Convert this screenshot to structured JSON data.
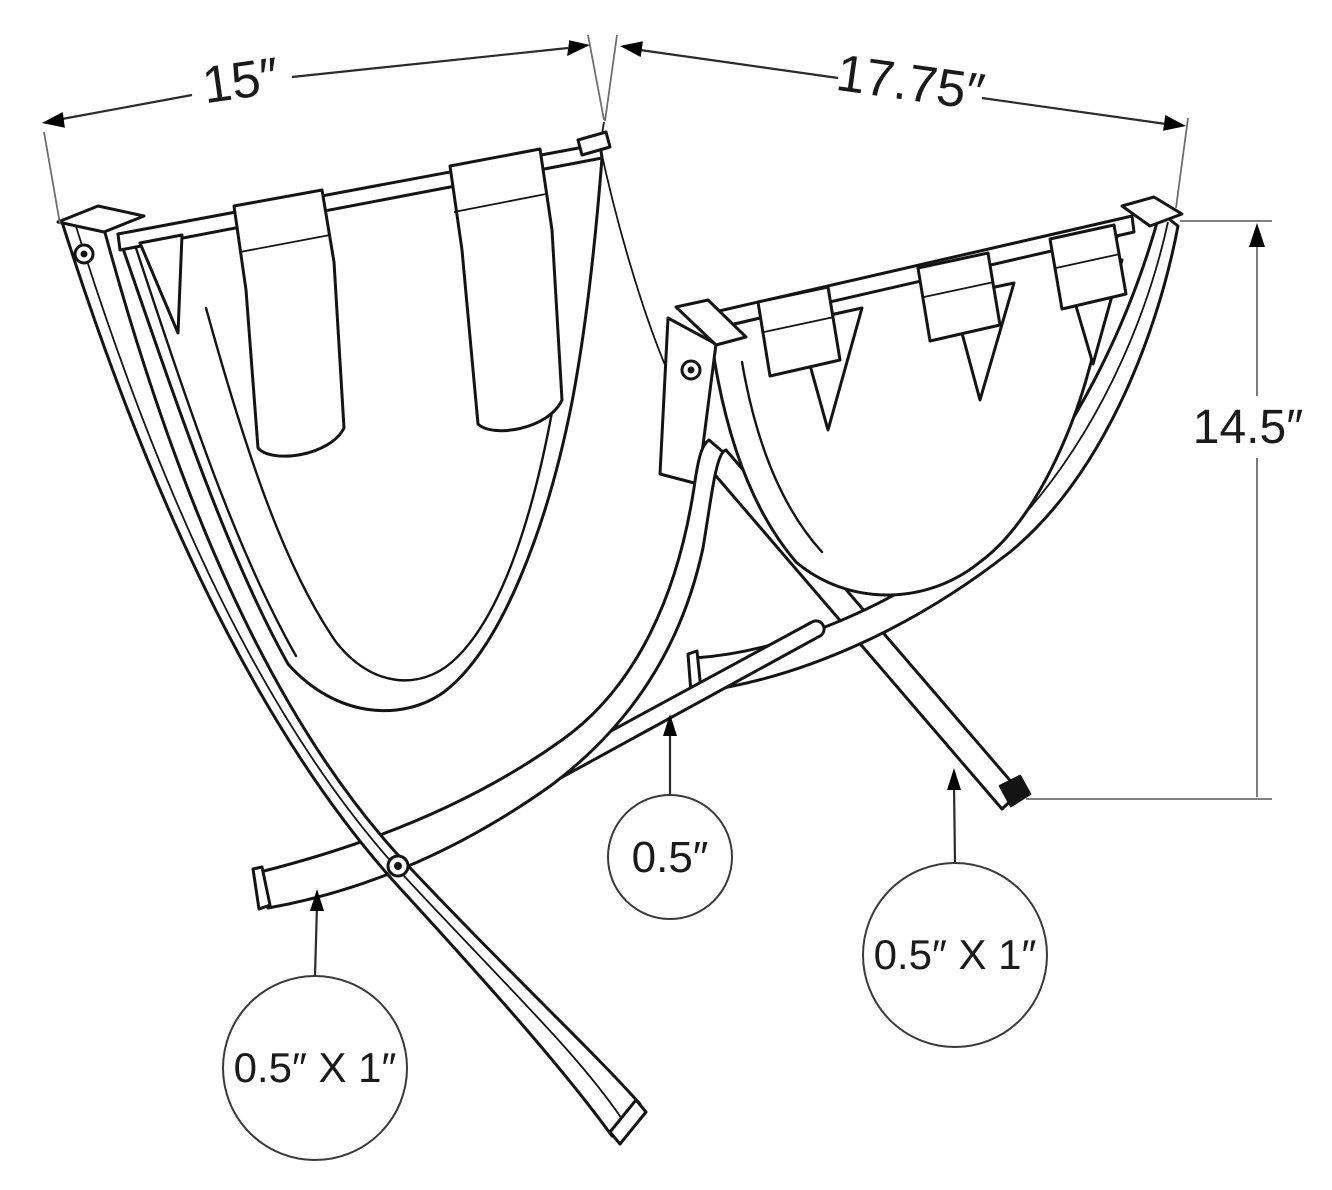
{
  "figure": {
    "kind": "dimension-line-drawing",
    "background": "#ffffff",
    "line_color": "#141414",
    "dimension_color": "#2b2b2b",
    "extension_color": "#6e6e6e"
  },
  "dimensions": {
    "top_left_width": {
      "label": "15″"
    },
    "top_right_depth": {
      "label": "17.75″"
    },
    "right_height": {
      "label": "14.5″"
    },
    "stretcher_bar": {
      "label": "0.5″"
    },
    "front_leg": {
      "label": "0.5″ X 1″"
    },
    "back_leg": {
      "label": "0.5″ X 1″"
    }
  }
}
